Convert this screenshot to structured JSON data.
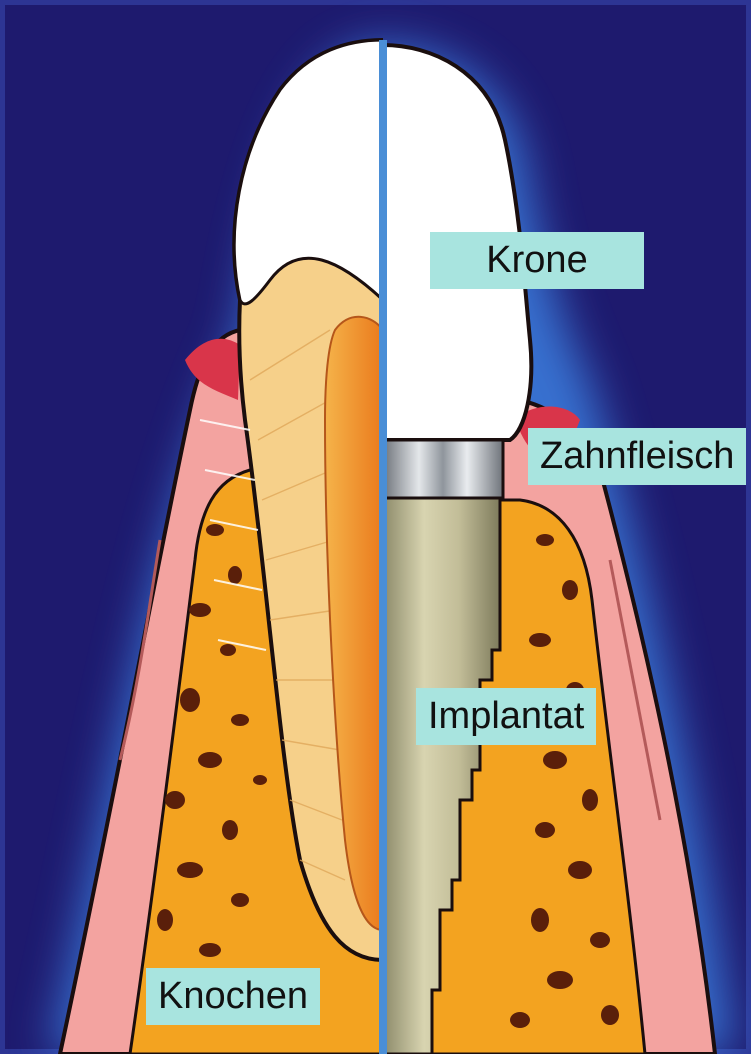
{
  "labels": {
    "crown": "Krone",
    "gum": "Zahnfleisch",
    "implant": "Implantat",
    "bone": "Knochen"
  },
  "colors": {
    "background": "#1e1a6e",
    "halo": "#3f8df0",
    "gum": "#f3a3a0",
    "bone": "#f3a320",
    "bone_pores": "#5a1f0a",
    "tooth_crown": "#ffffff",
    "dentin": "#f6d08a",
    "pulp": "#f08a28",
    "implant_metal": "#b6b28c",
    "abutment_metal": "#9aa0a6",
    "label_background": "#a8e4df",
    "divider": "#4a8ed6"
  },
  "icons": [
    "tooth-illustration",
    "implant-illustration"
  ]
}
